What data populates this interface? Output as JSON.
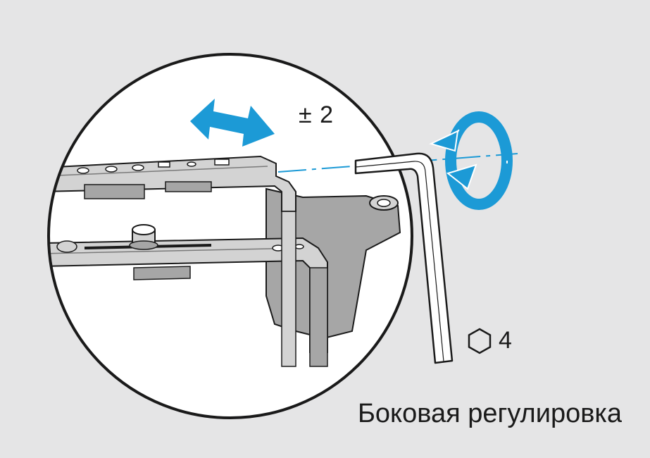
{
  "diagram": {
    "adjustment_range": "± 2",
    "hex_key_size": "4",
    "caption": "Боковая регулировка"
  },
  "colors": {
    "background": "#e5e5e6",
    "arrow_blue": "#1c9ad6",
    "metal_light": "#d3d3d3",
    "metal_mid": "#a6a6a6",
    "metal_dark": "#7a7a7a",
    "outline": "#1a1a1a"
  },
  "icons": {
    "direction": "double-arrow-icon",
    "rotation": "rotation-arrows-icon",
    "hex": "hexagon-icon",
    "tool": "hex-key-icon"
  }
}
